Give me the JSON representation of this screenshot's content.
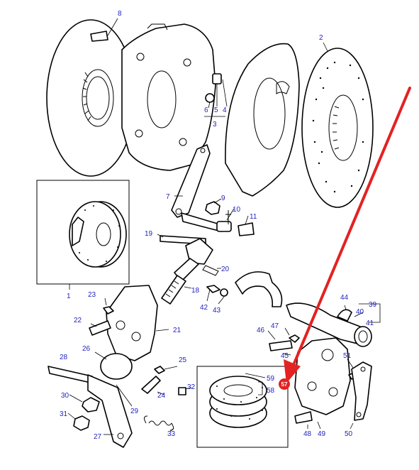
{
  "diagram": {
    "labels": {
      "n1": "1",
      "n2": "2",
      "n3": "3",
      "n4": "4",
      "n5": "5",
      "n6": "6",
      "n7": "7",
      "n8": "8",
      "n9": "9",
      "n10": "10",
      "n11": "11",
      "n18": "18",
      "n19": "19",
      "n20": "20",
      "n21": "21",
      "n22": "22",
      "n23": "23",
      "n24": "24",
      "n25": "25",
      "n26": "26",
      "n27": "27",
      "n28": "28",
      "n29": "29",
      "n30": "30",
      "n31": "31",
      "n32": "32",
      "n33": "33",
      "n39": "39",
      "n40": "40",
      "n41": "41",
      "n42": "42",
      "n43": "43",
      "n44": "44",
      "n45": "45",
      "n46": "46",
      "n47": "47",
      "n48": "48",
      "n49": "49",
      "n50": "50",
      "n51": "51",
      "n57": "57",
      "n58": "58",
      "n59": "59"
    },
    "highlight": {
      "label": "57",
      "color": "#e32222"
    },
    "label_color": "#1f1fbf",
    "arrow_color": "#e32222"
  }
}
